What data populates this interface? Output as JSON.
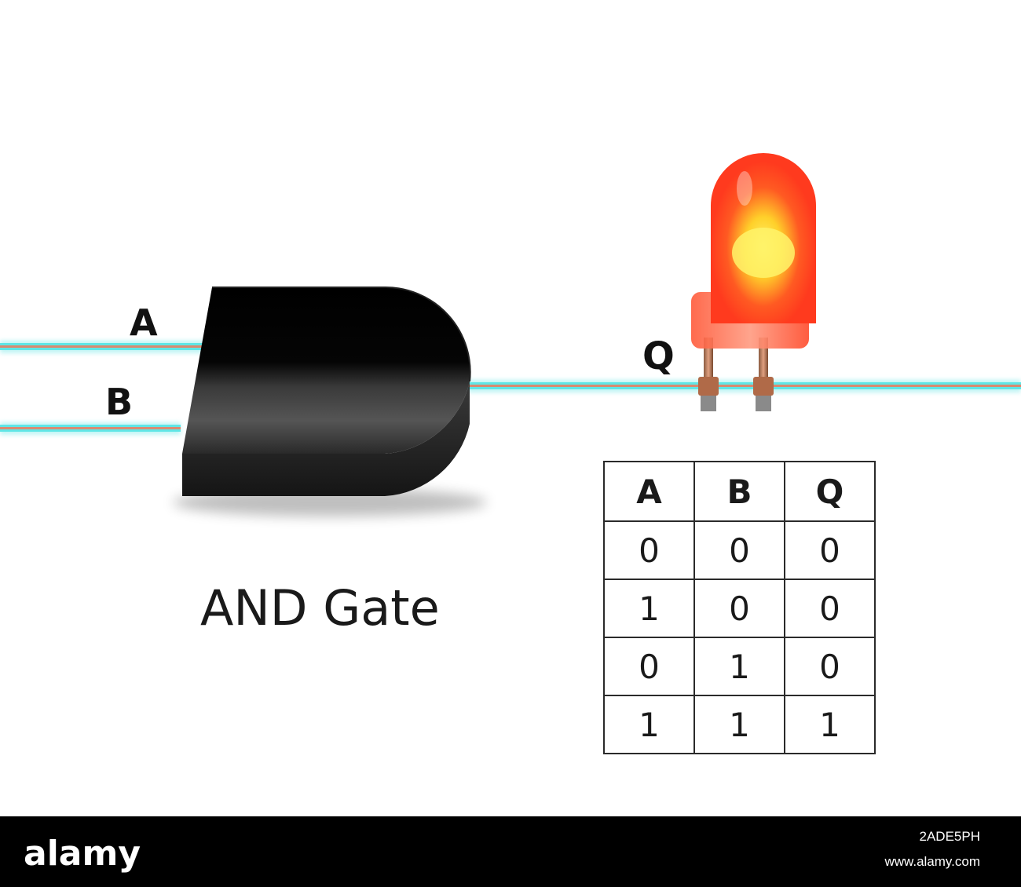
{
  "diagram": {
    "labels": {
      "input_a": "A",
      "input_b": "B",
      "output_q": "Q"
    },
    "title": "AND Gate"
  },
  "truth_table": {
    "headers": [
      "A",
      "B",
      "Q"
    ],
    "rows": [
      [
        "0",
        "0",
        "0"
      ],
      [
        "1",
        "0",
        "0"
      ],
      [
        "0",
        "1",
        "0"
      ],
      [
        "1",
        "1",
        "1"
      ]
    ]
  },
  "watermark": {
    "logo": "alamy",
    "image_id": "2ADE5PH",
    "url": "www.alamy.com"
  },
  "colors": {
    "wire_glow": "#5fe6e6",
    "wire_core": "#d98a70",
    "gate_body": "#0a0a0a",
    "led_red": "#ff3a1e",
    "led_glow": "#ffe640",
    "footer_bg": "#000000"
  }
}
